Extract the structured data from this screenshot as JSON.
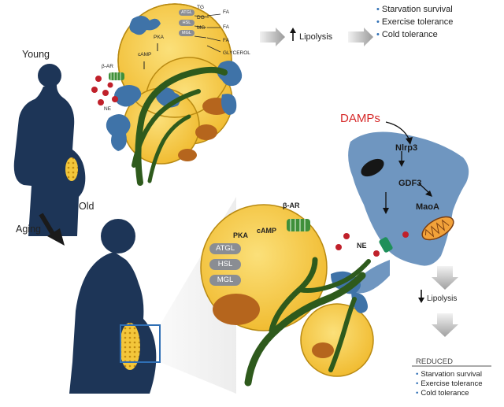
{
  "labels": {
    "young": "Young",
    "old": "Old",
    "aging": "Aging",
    "beta_ar": "β-AR",
    "ne": "NE",
    "pka": "PKA",
    "camp": "cAMP",
    "tg": "TG",
    "dg": "DG",
    "mg": "MG",
    "fa": "FA",
    "glycerol": "GLYCEROL",
    "atgl": "ATGL",
    "hsl": "HSL",
    "mgl": "MGL",
    "lipolysis_up": "Lipolysis",
    "lipolysis_down": "Lipolysis",
    "damps": "DAMPs",
    "nlrp3": "Nlrp3",
    "gdf3": "GDF3",
    "maoa": "MaoA",
    "reduced": "REDUCED"
  },
  "outcomes_young": [
    "Starvation survival",
    "Exercise tolerance",
    "Cold tolerance"
  ],
  "outcomes_old": [
    "Starvation survival",
    "Exercise tolerance",
    "Cold tolerance"
  ],
  "colors": {
    "silhouette": "#1d3557",
    "fat_cell": "#f6c945",
    "fat_cell_edge": "#b98a12",
    "nucleus": "#b5651d",
    "nerve": "#2e5a1c",
    "macrophage": "#3f73a8",
    "macrophage_light": "#8fb0d1",
    "ne_dot": "#c0202a",
    "damps": "#d62828",
    "arrow_gray": "#9a9a9a",
    "zoom_box": "#2f6fb5",
    "receptor": "#3f8f3a"
  }
}
